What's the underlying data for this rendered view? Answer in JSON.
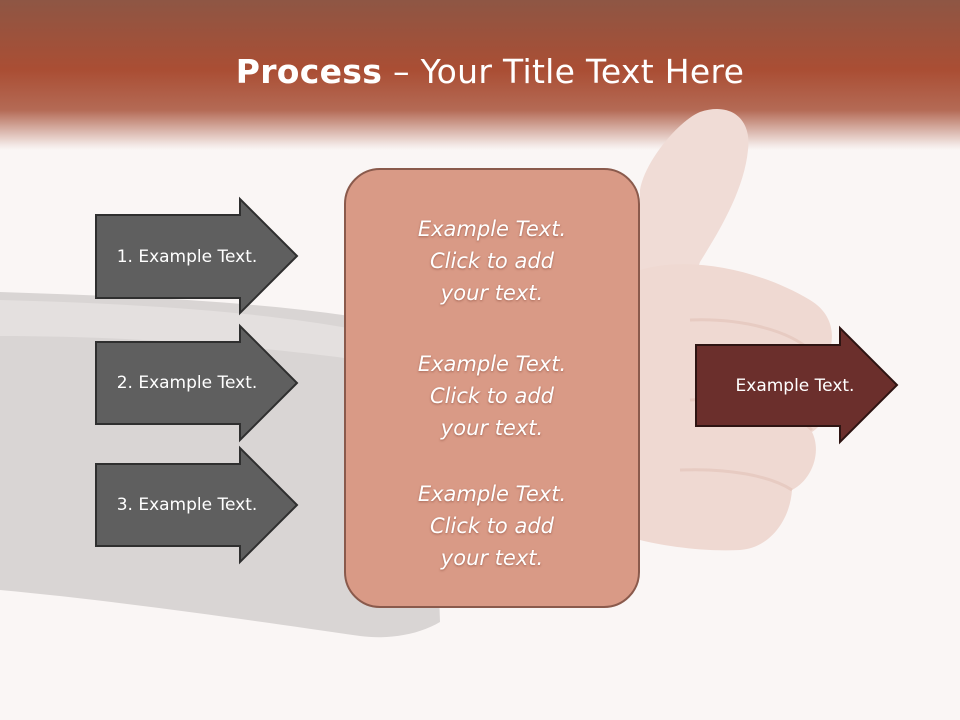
{
  "slide": {
    "title_bold": "Process",
    "title_sep": " – ",
    "title_rest": "Your Title Text Here"
  },
  "steps": [
    {
      "label": "1. Example Text."
    },
    {
      "label": "2. Example Text."
    },
    {
      "label": "3. Example Text."
    }
  ],
  "center_box": {
    "blocks": [
      {
        "line1": "Example Text.",
        "line2": "Click  to add",
        "line3": "your text."
      },
      {
        "line1": "Example Text.",
        "line2": "Click  to add",
        "line3": "your text."
      },
      {
        "line1": "Example Text.",
        "line2": "Click  to add",
        "line3": "your text."
      }
    ]
  },
  "result": {
    "label": "Example Text."
  },
  "colors": {
    "header": "#aa4e34",
    "step_arrow": "#5f5f5f",
    "center_box": "#d99a86",
    "result_arrow": "#6b2f2c"
  }
}
